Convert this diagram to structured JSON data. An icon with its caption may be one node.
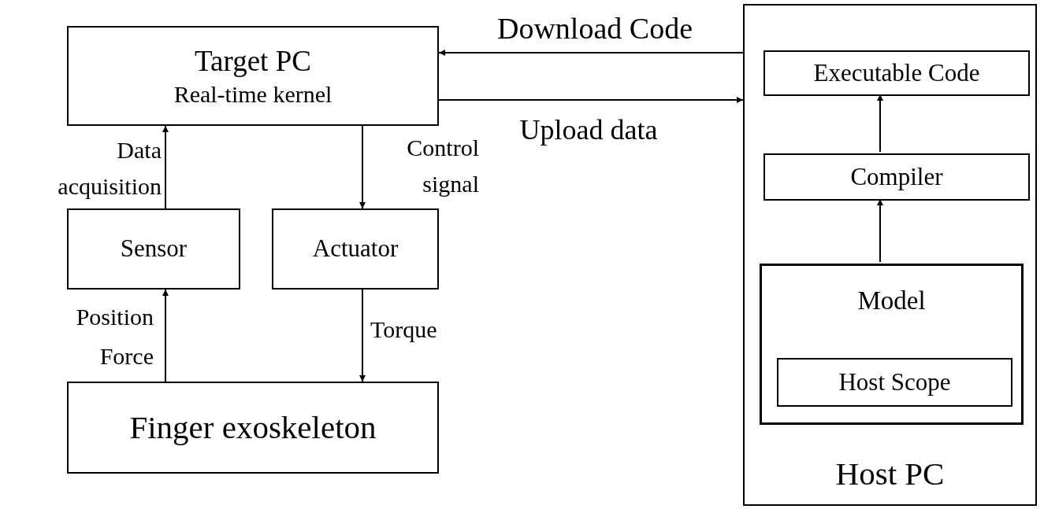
{
  "diagram": {
    "nodes": [
      {
        "text": [
          "Target PC",
          "Real-time kernel"
        ]
      },
      {
        "text": [
          "Sensor"
        ]
      },
      {
        "text": [
          "Actuator"
        ]
      },
      {
        "text": [
          "Finger exoskeleton"
        ]
      },
      {
        "text": [
          "Host PC"
        ]
      },
      {
        "text": [
          "Executable Code"
        ],
        "in": 4
      },
      {
        "text": [
          "Compiler"
        ],
        "in": 4
      },
      {
        "text": [
          "Model"
        ],
        "in": 4
      },
      {
        "text": [
          "Host Scope"
        ],
        "in": 7
      }
    ],
    "edges": [
      {
        "from": 4,
        "to": 0,
        "arrow": "to",
        "label": "Download Code"
      },
      {
        "from": 0,
        "to": 4,
        "arrow": "to",
        "label": "Upload data"
      },
      {
        "from": 1,
        "to": 0,
        "arrow": "to",
        "label": "Data acquisition"
      },
      {
        "from": 0,
        "to": 2,
        "arrow": "to",
        "label": "Control signal"
      },
      {
        "from": 2,
        "to": 3,
        "arrow": "to",
        "label": "Torque"
      },
      {
        "from": 3,
        "to": 1,
        "arrow": "to",
        "label": "Position Force"
      },
      {
        "from": 7,
        "to": 6,
        "arrow": "to"
      },
      {
        "from": 6,
        "to": 5,
        "arrow": "to"
      }
    ]
  }
}
